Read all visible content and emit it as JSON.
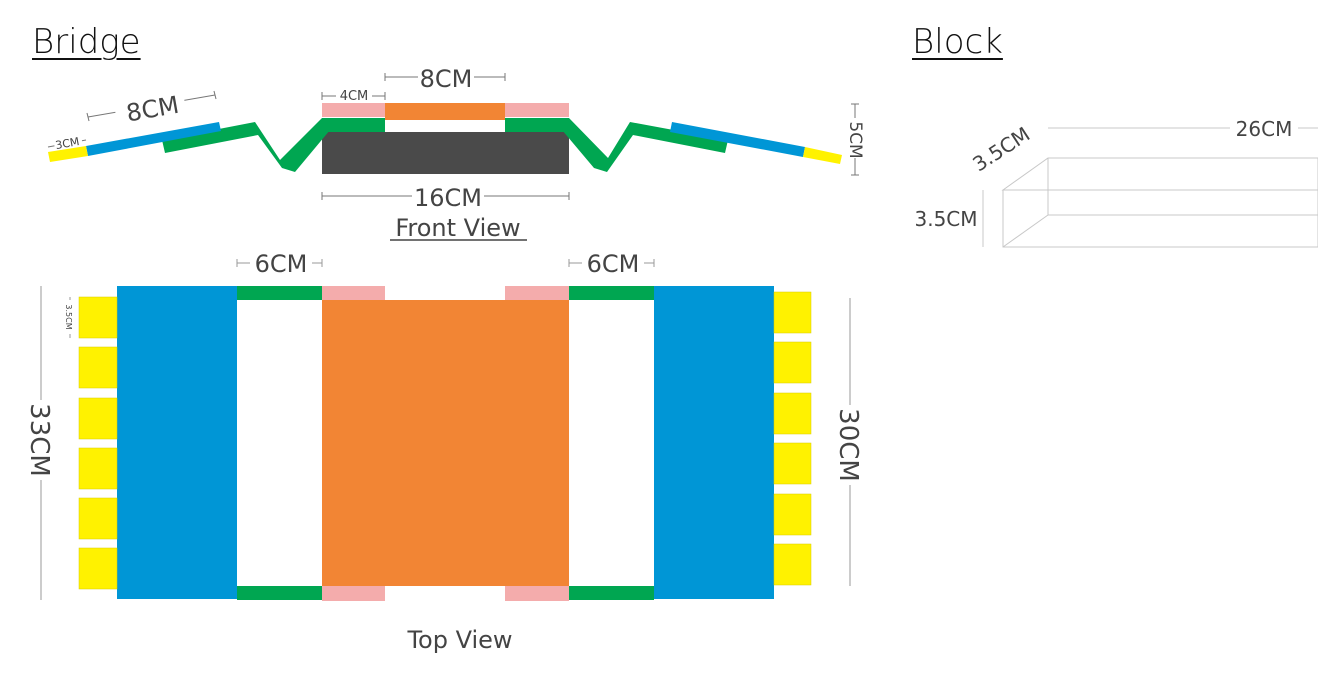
{
  "headings": {
    "bridge": "Bridge",
    "block": "Block"
  },
  "front_view": {
    "caption": "Front View",
    "dim_ramp_length": "8CM",
    "dim_ramp_tip": "3CM",
    "dim_pad": "4CM",
    "dim_deck_top": "8CM",
    "dim_base": "16CM",
    "dim_height": "5CM"
  },
  "top_view": {
    "caption": "Top View",
    "dim_left_gap": "6CM",
    "dim_right_gap": "6CM",
    "dim_left_height": "33CM",
    "dim_right_height": "30CM",
    "dim_tab": "3.5CM",
    "left_tabs": 6,
    "right_tabs": 6
  },
  "block": {
    "dim_length": "26CM",
    "dim_depth": "3.5CM",
    "dim_height": "3.5CM"
  },
  "colors": {
    "blue": "#0096d6",
    "green": "#00a651",
    "orange": "#f28534",
    "pink": "#f4acac",
    "yellow": "#fff200",
    "dark": "#4a4a4a"
  }
}
